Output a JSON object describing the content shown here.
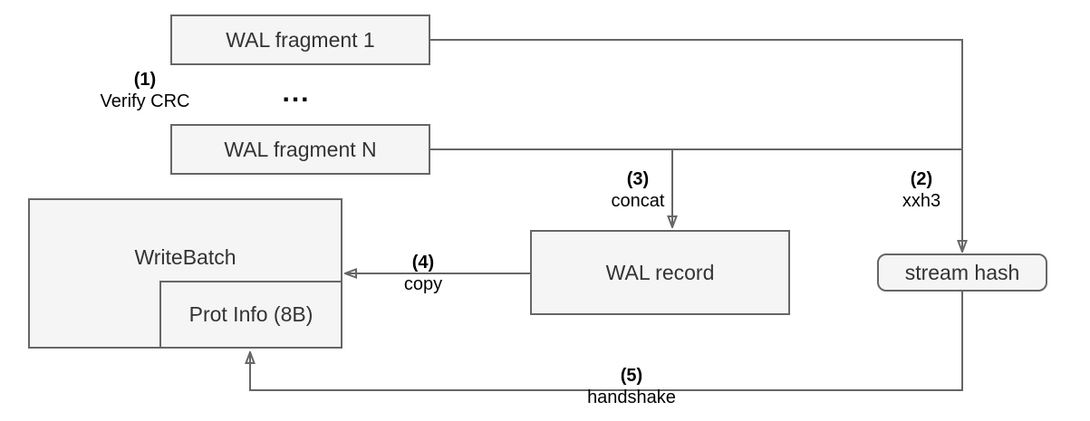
{
  "colors": {
    "background": "#ffffff",
    "node_fill": "#f5f5f5",
    "node_border": "#666666",
    "edge_stroke": "#666666",
    "node_text": "#333333",
    "label_text": "#000000"
  },
  "nodes": {
    "wal_fragment_1": {
      "label": "WAL fragment 1"
    },
    "wal_fragment_n": {
      "label": "WAL fragment N"
    },
    "write_batch": {
      "label": "WriteBatch"
    },
    "prot_info": {
      "label": "Prot Info (8B)"
    },
    "wal_record": {
      "label": "WAL record"
    },
    "stream_hash": {
      "label": "stream hash"
    }
  },
  "annotations": {
    "ellipsis": "...",
    "step1": {
      "num": "(1)",
      "text": "Verify CRC"
    },
    "step2": {
      "num": "(2)",
      "text": "xxh3"
    },
    "step3": {
      "num": "(3)",
      "text": "concat"
    },
    "step4": {
      "num": "(4)",
      "text": "copy"
    },
    "step5": {
      "num": "(5)",
      "text": "handshake"
    }
  },
  "edges": [
    {
      "from": "WAL fragment 1",
      "to": "stream hash",
      "step": "(2)",
      "operation": "xxh3"
    },
    {
      "from": "WAL fragment N",
      "to": "stream hash",
      "step": "(2)",
      "operation": "xxh3"
    },
    {
      "from": "WAL fragment N",
      "to": "WAL record",
      "step": "(3)",
      "operation": "concat"
    },
    {
      "from": "WAL record",
      "to": "WriteBatch",
      "step": "(4)",
      "operation": "copy"
    },
    {
      "from": "stream hash",
      "to": "Prot Info (8B)",
      "step": "(5)",
      "operation": "handshake"
    }
  ]
}
